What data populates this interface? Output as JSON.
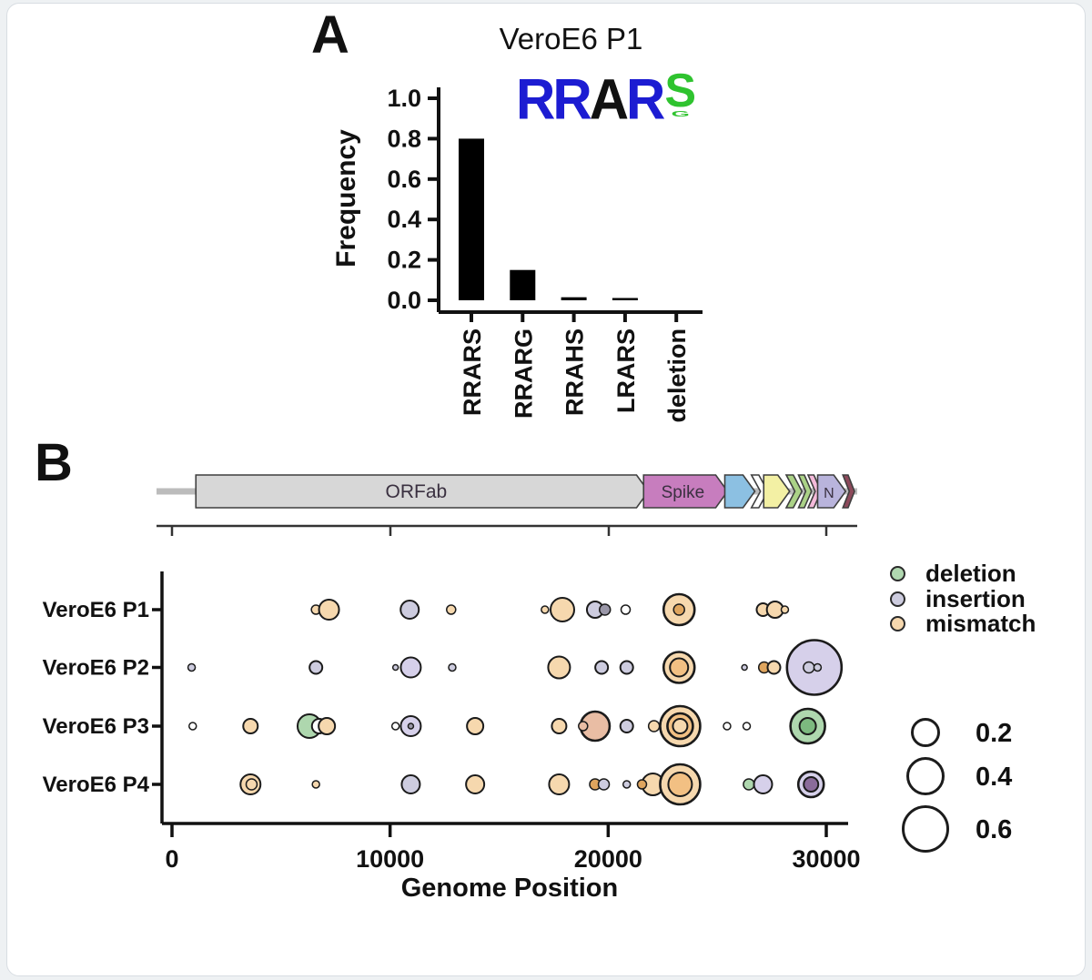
{
  "figure": {
    "panel_a": {
      "label": "A",
      "title": "VeroE6 P1"
    },
    "panel_b": {
      "label": "B",
      "xaxis_title": "Genome Position"
    }
  },
  "logo": {
    "letters": [
      {
        "char": "R",
        "color": "#1c1cd2"
      },
      {
        "char": "R",
        "color": "#1c1cd2"
      },
      {
        "char": "A",
        "color": "#111111"
      },
      {
        "char": "R",
        "color": "#1c1cd2"
      }
    ],
    "last": {
      "char": "S",
      "sub": "G",
      "color": "#2fc32f"
    }
  },
  "chart_data": [
    {
      "type": "bar",
      "title": "VeroE6 P1",
      "ylabel": "Frequency",
      "categories": [
        "RRARS",
        "RRARG",
        "RRAHS",
        "LRARS",
        "deletion"
      ],
      "values": [
        0.8,
        0.15,
        0.015,
        0.01,
        0
      ],
      "yticks": [
        0.0,
        0.2,
        0.4,
        0.6,
        0.8,
        1.0
      ],
      "ylim": [
        0,
        1.0
      ],
      "bar_color": "#000000"
    },
    {
      "type": "genome-map",
      "genes": [
        {
          "label": "ORFab",
          "color": "#d7d7d7",
          "from": 0.047,
          "to": 0.71,
          "chevron": false
        },
        {
          "label": "Spike",
          "color": "#c77dbe",
          "from": 0.703,
          "to": 0.826,
          "chevron": false
        },
        {
          "label": "",
          "color": "#8cc0e2",
          "from": 0.822,
          "to": 0.866,
          "chevron": false
        },
        {
          "label": "",
          "color": "#ffffff",
          "from": 0.861,
          "to": 0.885,
          "chevron": true
        },
        {
          "label": "",
          "color": "#f3f0a4",
          "from": 0.879,
          "to": 0.917,
          "chevron": false
        },
        {
          "label": "",
          "color": "#abd287",
          "from": 0.912,
          "to": 0.935,
          "chevron": true
        },
        {
          "label": "",
          "color": "#abd287",
          "from": 0.93,
          "to": 0.949,
          "chevron": true
        },
        {
          "label": "",
          "color": "#f4bada",
          "from": 0.944,
          "to": 0.963,
          "chevron": true
        },
        {
          "label": "N",
          "color": "#b9b4dc",
          "from": 0.958,
          "to": 0.999,
          "chevron": false
        },
        {
          "label": "",
          "color": "#8d4a5b",
          "from": 0.995,
          "to": 1.012,
          "chevron": true
        }
      ]
    },
    {
      "type": "bubble",
      "xlabel": "Genome Position",
      "xticks": [
        0,
        10000,
        20000,
        30000
      ],
      "xlim": [
        0,
        30000
      ],
      "rows": [
        "VeroE6 P1",
        "VeroE6 P2",
        "VeroE6 P3",
        "VeroE6 P4"
      ],
      "color_legend": [
        {
          "label": "deletion",
          "color": "#b0d8b0"
        },
        {
          "label": "insertion",
          "color": "#cdccdf"
        },
        {
          "label": "mismatch",
          "color": "#f6d8ae"
        }
      ],
      "size_legend": [
        {
          "label": "0.2",
          "r": 16
        },
        {
          "label": "0.4",
          "r": 21
        },
        {
          "label": "0.6",
          "r": 26
        }
      ],
      "palette": {
        "deletion": "#aed7ae",
        "deletion_dark": "#7cb97f",
        "insertion": "#cdccdf",
        "insertion_big": "#d6d0ea",
        "purple_dark": "#8a6b9a",
        "gray_dark": "#9a97a8",
        "mismatch": "#f6d8ae",
        "mismatch_mid": "#f2c083",
        "mismatch_dark": "#dfa55e",
        "salmon": "#e9bda4",
        "white": "#ffffff"
      },
      "points": [
        {
          "row": 0,
          "pos": 6600,
          "r": 5,
          "c": "mismatch"
        },
        {
          "row": 0,
          "pos": 7200,
          "r": 11,
          "c": "mismatch"
        },
        {
          "row": 0,
          "pos": 10900,
          "r": 10,
          "c": "insertion"
        },
        {
          "row": 0,
          "pos": 12800,
          "r": 5,
          "c": "mismatch"
        },
        {
          "row": 0,
          "pos": 17100,
          "r": 4,
          "c": "mismatch"
        },
        {
          "row": 0,
          "pos": 17900,
          "r": 13,
          "c": "mismatch"
        },
        {
          "row": 0,
          "pos": 19400,
          "r": 9,
          "c": "insertion"
        },
        {
          "row": 0,
          "pos": 19850,
          "r": 6,
          "c": "gray_dark"
        },
        {
          "row": 0,
          "pos": 20800,
          "r": 5,
          "c": "white"
        },
        {
          "row": 0,
          "pos": 23250,
          "r": 17,
          "c": "mismatch"
        },
        {
          "row": 0,
          "pos": 23250,
          "r": 6,
          "c": "mismatch_dark"
        },
        {
          "row": 0,
          "pos": 27100,
          "r": 7,
          "c": "mismatch"
        },
        {
          "row": 0,
          "pos": 27650,
          "r": 9,
          "c": "mismatch"
        },
        {
          "row": 0,
          "pos": 28100,
          "r": 4,
          "c": "mismatch"
        },
        {
          "row": 1,
          "pos": 900,
          "r": 4,
          "c": "insertion"
        },
        {
          "row": 1,
          "pos": 6600,
          "r": 7,
          "c": "insertion"
        },
        {
          "row": 1,
          "pos": 10250,
          "r": 3,
          "c": "insertion"
        },
        {
          "row": 1,
          "pos": 10950,
          "r": 11,
          "c": "insertion_big"
        },
        {
          "row": 1,
          "pos": 12850,
          "r": 4,
          "c": "insertion"
        },
        {
          "row": 1,
          "pos": 17750,
          "r": 12,
          "c": "mismatch"
        },
        {
          "row": 1,
          "pos": 19700,
          "r": 7,
          "c": "insertion"
        },
        {
          "row": 1,
          "pos": 20850,
          "r": 7,
          "c": "insertion"
        },
        {
          "row": 1,
          "pos": 23250,
          "r": 17,
          "c": "mismatch"
        },
        {
          "row": 1,
          "pos": 23250,
          "r": 10,
          "c": "mismatch_mid"
        },
        {
          "row": 1,
          "pos": 26250,
          "r": 3,
          "c": "insertion"
        },
        {
          "row": 1,
          "pos": 27150,
          "r": 6,
          "c": "mismatch_dark"
        },
        {
          "row": 1,
          "pos": 27600,
          "r": 7,
          "c": "mismatch"
        },
        {
          "row": 1,
          "pos": 29450,
          "r": 30,
          "c": "insertion_big"
        },
        {
          "row": 1,
          "pos": 29200,
          "r": 6,
          "c": "insertion"
        },
        {
          "row": 1,
          "pos": 29600,
          "r": 4,
          "c": "insertion"
        },
        {
          "row": 2,
          "pos": 950,
          "r": 4,
          "c": "white"
        },
        {
          "row": 2,
          "pos": 3600,
          "r": 8,
          "c": "mismatch"
        },
        {
          "row": 2,
          "pos": 6300,
          "r": 13,
          "c": "deletion"
        },
        {
          "row": 2,
          "pos": 6750,
          "r": 8,
          "c": "white"
        },
        {
          "row": 2,
          "pos": 7100,
          "r": 9,
          "c": "mismatch"
        },
        {
          "row": 2,
          "pos": 10250,
          "r": 4,
          "c": "white"
        },
        {
          "row": 2,
          "pos": 10950,
          "r": 11,
          "c": "insertion_big"
        },
        {
          "row": 2,
          "pos": 10950,
          "r": 3,
          "c": "gray_dark"
        },
        {
          "row": 2,
          "pos": 13900,
          "r": 9,
          "c": "mismatch"
        },
        {
          "row": 2,
          "pos": 17750,
          "r": 8,
          "c": "mismatch"
        },
        {
          "row": 2,
          "pos": 19400,
          "r": 16,
          "c": "salmon"
        },
        {
          "row": 2,
          "pos": 18850,
          "r": 5,
          "c": "salmon"
        },
        {
          "row": 2,
          "pos": 20850,
          "r": 7,
          "c": "insertion"
        },
        {
          "row": 2,
          "pos": 22100,
          "r": 6,
          "c": "mismatch"
        },
        {
          "row": 2,
          "pos": 23300,
          "r": 22,
          "c": "mismatch"
        },
        {
          "row": 2,
          "pos": 23300,
          "r": 14,
          "c": "mismatch_mid"
        },
        {
          "row": 2,
          "pos": 23300,
          "r": 8,
          "c": "mismatch"
        },
        {
          "row": 2,
          "pos": 25450,
          "r": 4,
          "c": "white"
        },
        {
          "row": 2,
          "pos": 26350,
          "r": 4,
          "c": "white"
        },
        {
          "row": 2,
          "pos": 29150,
          "r": 19,
          "c": "deletion"
        },
        {
          "row": 2,
          "pos": 29150,
          "r": 9,
          "c": "deletion_dark"
        },
        {
          "row": 3,
          "pos": 3600,
          "r": 11,
          "c": "mismatch"
        },
        {
          "row": 3,
          "pos": 3650,
          "r": 6,
          "c": "mismatch"
        },
        {
          "row": 3,
          "pos": 6600,
          "r": 4,
          "c": "mismatch"
        },
        {
          "row": 3,
          "pos": 10950,
          "r": 10,
          "c": "insertion"
        },
        {
          "row": 3,
          "pos": 13900,
          "r": 10,
          "c": "mismatch"
        },
        {
          "row": 3,
          "pos": 17750,
          "r": 11,
          "c": "mismatch"
        },
        {
          "row": 3,
          "pos": 19400,
          "r": 6,
          "c": "mismatch_dark"
        },
        {
          "row": 3,
          "pos": 19800,
          "r": 6,
          "c": "insertion"
        },
        {
          "row": 3,
          "pos": 20850,
          "r": 4,
          "c": "insertion"
        },
        {
          "row": 3,
          "pos": 22050,
          "r": 12,
          "c": "mismatch"
        },
        {
          "row": 3,
          "pos": 21550,
          "r": 5,
          "c": "mismatch_dark"
        },
        {
          "row": 3,
          "pos": 23300,
          "r": 22,
          "c": "mismatch"
        },
        {
          "row": 3,
          "pos": 23300,
          "r": 13,
          "c": "mismatch_mid"
        },
        {
          "row": 3,
          "pos": 26450,
          "r": 6,
          "c": "deletion"
        },
        {
          "row": 3,
          "pos": 27100,
          "r": 10,
          "c": "insertion_big"
        },
        {
          "row": 3,
          "pos": 29300,
          "r": 14,
          "c": "insertion_big"
        },
        {
          "row": 3,
          "pos": 29300,
          "r": 8,
          "c": "purple_dark"
        }
      ]
    }
  ]
}
